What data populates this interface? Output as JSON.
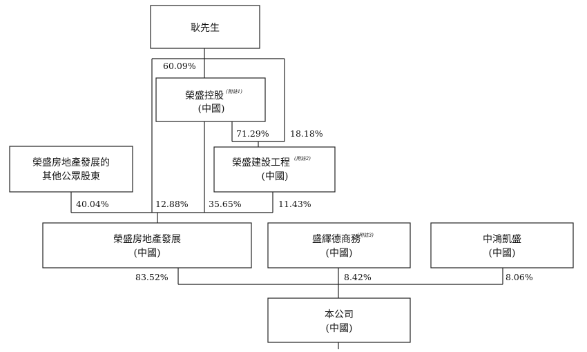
{
  "entities": {
    "geng": {
      "name": "耿先生"
    },
    "rongsheng_holdings": {
      "name": "榮盛控股",
      "note": "(附註1)",
      "region": "(中國)"
    },
    "other_shareholders": {
      "line1": "榮盛房地產發展的",
      "line2": "其他公眾股東"
    },
    "rongsheng_construction": {
      "name": "榮盛建設工程",
      "note": "(附註2)",
      "region": "(中國)"
    },
    "rongsheng_development": {
      "name": "榮盛房地產發展",
      "region": "(中國)"
    },
    "shengyide": {
      "name": "盛繹德商務",
      "note": "(附註3)",
      "region": "(中國)"
    },
    "zhonghongkaisheng": {
      "name": "中鴻凱盛",
      "region": "(中國)"
    },
    "company": {
      "name": "本公司",
      "region": "(中國)"
    }
  },
  "percentages": {
    "geng_to_holdings": "60.09%",
    "holdings_to_construction": "71.29%",
    "geng_to_construction": "18.18%",
    "public_to_development": "40.04%",
    "geng_to_development": "12.88%",
    "holdings_to_development": "35.65%",
    "construction_to_development": "11.43%",
    "development_to_company": "83.52%",
    "shengyide_to_company": "8.42%",
    "zhonghong_to_company": "8.06%"
  }
}
